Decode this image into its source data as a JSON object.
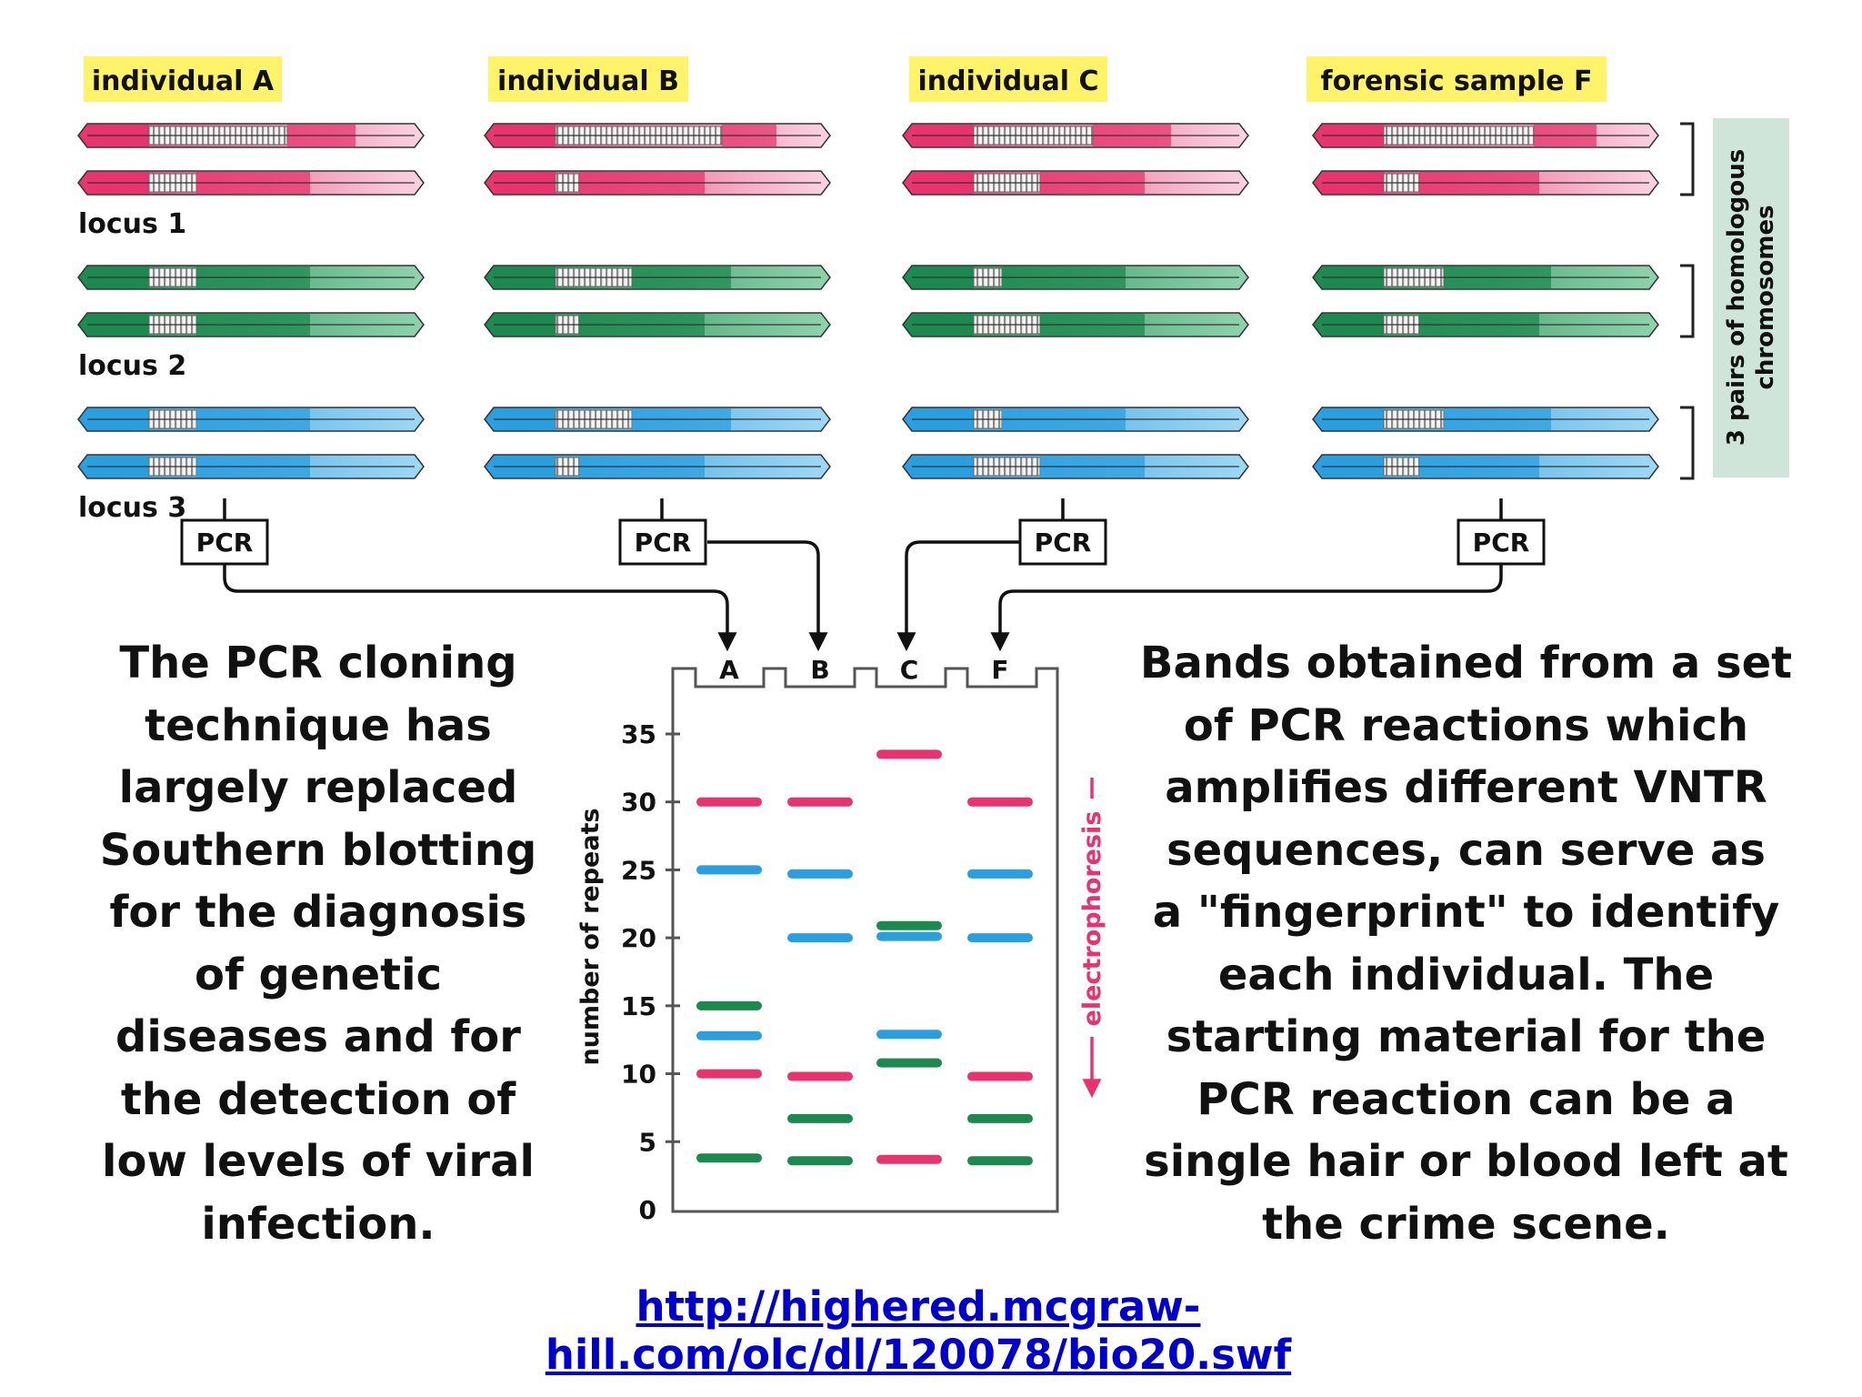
{
  "individuals": [
    {
      "label": "individual A",
      "pcr": "PCR"
    },
    {
      "label": "individual B",
      "pcr": "PCR"
    },
    {
      "label": "individual C",
      "pcr": "PCR"
    },
    {
      "label": "forensic sample F",
      "pcr": "PCR"
    }
  ],
  "loci": [
    {
      "label": "locus 1",
      "color": "#e8336e"
    },
    {
      "label": "locus 2",
      "color": "#1c8a4e"
    },
    {
      "label": "locus 3",
      "color": "#2a9fe0"
    }
  ],
  "side_label": {
    "line1": "3 pairs of homologous",
    "line2": "chromosomes"
  },
  "repeat_segments": [
    [
      [
        0.58,
        0.34
      ],
      [
        0.2,
        0.66
      ]
    ],
    [
      [
        0.2,
        0.8
      ],
      [
        0.2,
        0.2
      ]
    ],
    [
      [
        0.2,
        0.26
      ],
      [
        0.2,
        0.8
      ]
    ]
  ],
  "gel": {
    "lanes": [
      "A",
      "B",
      "C",
      "F"
    ],
    "ylabel": "number of repeats",
    "yticks": [
      "0",
      "5",
      "10",
      "15",
      "20",
      "25",
      "30",
      "35"
    ],
    "ymax": 40,
    "direction_label": "electrophoresis",
    "bands": [
      {
        "lane": "A",
        "value": 30,
        "locus": 0
      },
      {
        "lane": "A",
        "value": 25,
        "locus": 2
      },
      {
        "lane": "A",
        "value": 15,
        "locus": 1
      },
      {
        "lane": "A",
        "value": 12.8,
        "locus": 2
      },
      {
        "lane": "A",
        "value": 10,
        "locus": 0
      },
      {
        "lane": "A",
        "value": 3.8,
        "locus": 1
      },
      {
        "lane": "B",
        "value": 30,
        "locus": 0
      },
      {
        "lane": "B",
        "value": 24.7,
        "locus": 2
      },
      {
        "lane": "B",
        "value": 20,
        "locus": 2
      },
      {
        "lane": "B",
        "value": 9.8,
        "locus": 0
      },
      {
        "lane": "B",
        "value": 6.7,
        "locus": 1
      },
      {
        "lane": "B",
        "value": 3.6,
        "locus": 1
      },
      {
        "lane": "C",
        "value": 33.5,
        "locus": 0
      },
      {
        "lane": "C",
        "value": 20.9,
        "locus": 1
      },
      {
        "lane": "C",
        "value": 20.1,
        "locus": 2
      },
      {
        "lane": "C",
        "value": 12.9,
        "locus": 2
      },
      {
        "lane": "C",
        "value": 10.8,
        "locus": 1
      },
      {
        "lane": "C",
        "value": 3.7,
        "locus": 0
      },
      {
        "lane": "F",
        "value": 30,
        "locus": 0
      },
      {
        "lane": "F",
        "value": 24.7,
        "locus": 2
      },
      {
        "lane": "F",
        "value": 20,
        "locus": 2
      },
      {
        "lane": "F",
        "value": 9.8,
        "locus": 0
      },
      {
        "lane": "F",
        "value": 6.7,
        "locus": 1
      },
      {
        "lane": "F",
        "value": 3.6,
        "locus": 1
      }
    ]
  },
  "left_text": [
    "The PCR cloning",
    "technique has",
    "largely replaced",
    "Southern blotting",
    "for the diagnosis",
    "of genetic",
    "diseases and for",
    "the detection of",
    "low levels of viral",
    "infection."
  ],
  "right_text": [
    "Bands obtained from a set",
    "of PCR reactions which",
    "amplifies different VNTR",
    "sequences, can serve as",
    "a \"fingerprint\" to identify",
    "each individual. The",
    "starting material for the",
    "PCR reaction can be a",
    "single hair or blood left at",
    "the crime scene."
  ],
  "link": "http://highered.mcgraw-hill.com/olc/dl/120078/bio20.swf"
}
